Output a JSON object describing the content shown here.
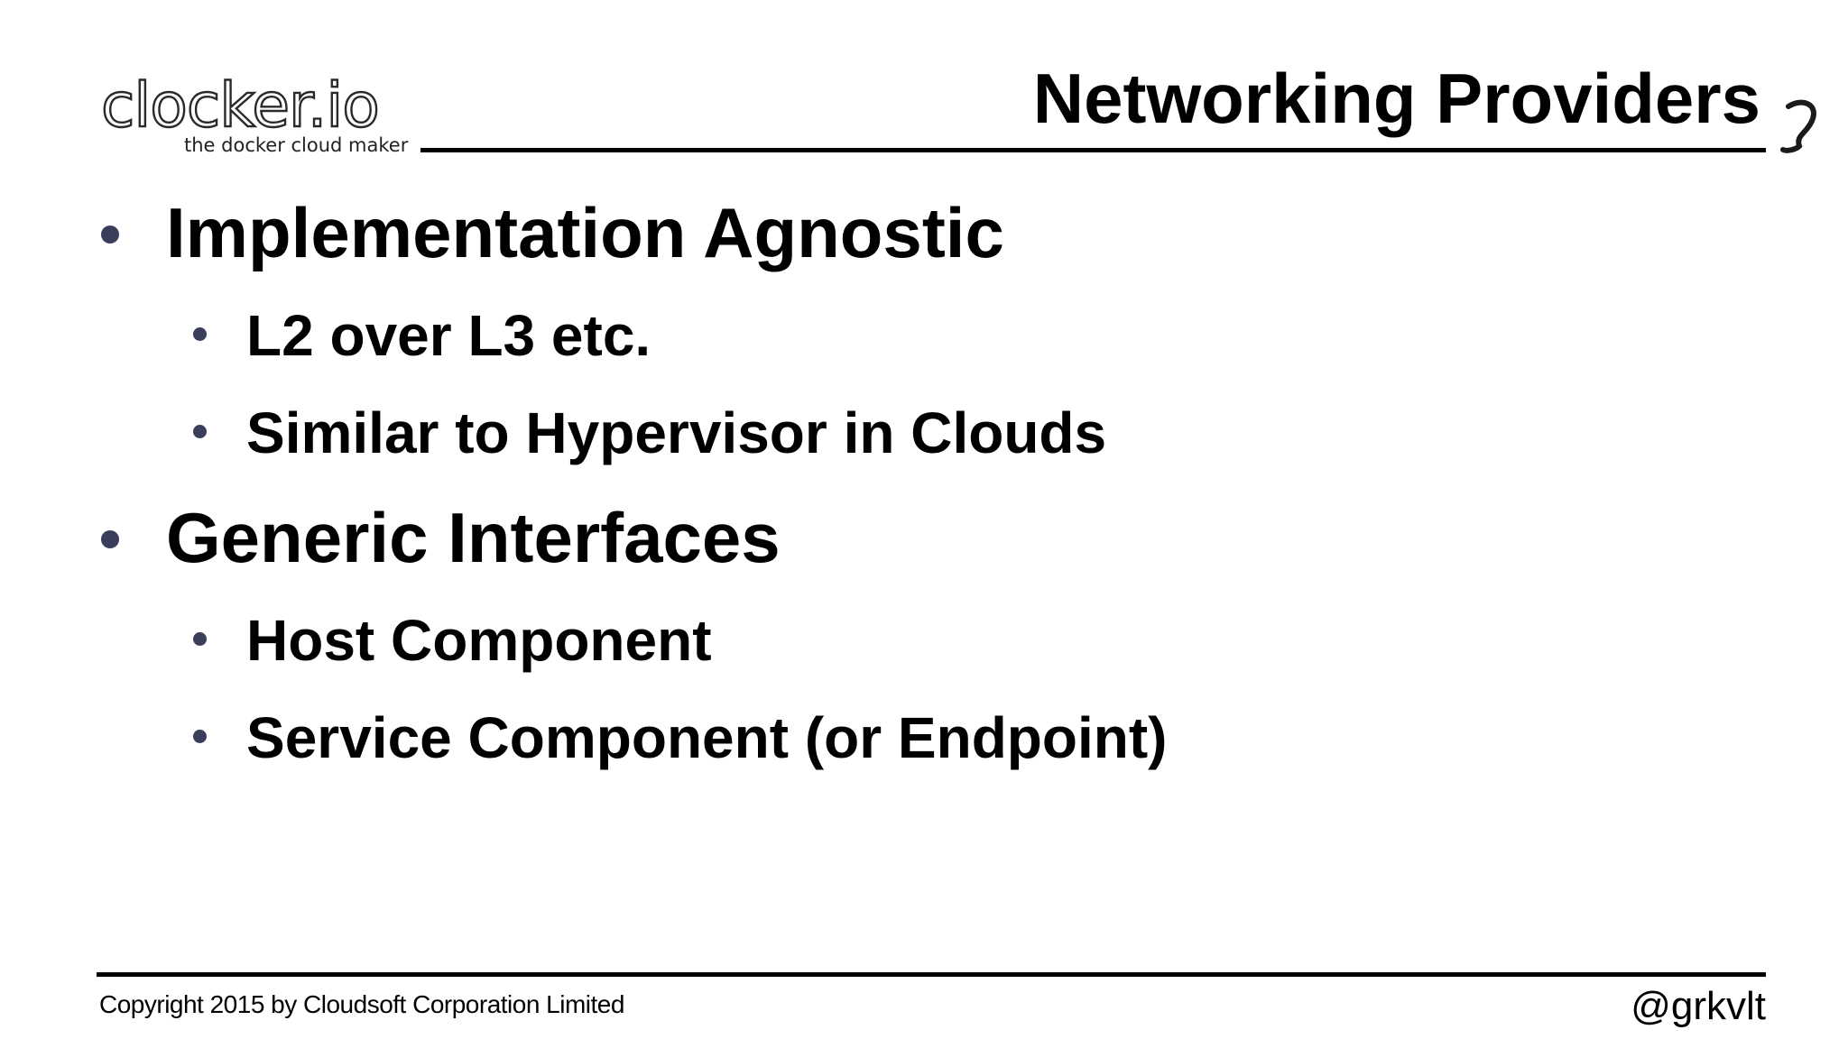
{
  "logo": {
    "brand": "clocker.io",
    "tagline": "the docker cloud maker"
  },
  "slide": {
    "title": "Networking Providers",
    "bullets": [
      {
        "text": "Implementation Agnostic",
        "children": [
          {
            "text": "L2 over L3 etc."
          },
          {
            "text": "Similar to Hypervisor in Clouds"
          }
        ]
      },
      {
        "text": "Generic Interfaces",
        "children": [
          {
            "text": "Host Component"
          },
          {
            "text": "Service Component (or Endpoint)"
          }
        ]
      }
    ]
  },
  "footer": {
    "copyright": "Copyright 2015 by Cloudsoft Corporation Limited",
    "handle": "@grkvlt"
  },
  "colors": {
    "bullet": "#3a3e5a",
    "text": "#000000",
    "background": "#ffffff"
  }
}
